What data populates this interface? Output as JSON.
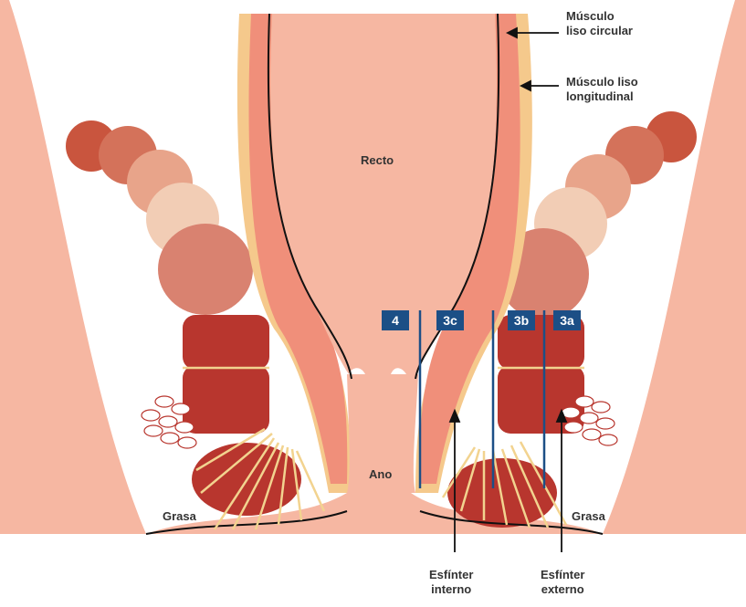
{
  "labels": {
    "circular_muscle": [
      "Músculo",
      "liso circular"
    ],
    "longitudinal_muscle": [
      "Músculo liso",
      "longitudinal"
    ],
    "rectum": "Recto",
    "anus": "Ano",
    "fat_left": "Grasa",
    "fat_right": "Grasa",
    "internal_sphincter": [
      "Esfínter",
      "interno"
    ],
    "external_sphincter": [
      "Esfínter",
      "externo"
    ]
  },
  "tear_grades": [
    "4",
    "3c",
    "3b",
    "3a"
  ],
  "colors": {
    "skin": "#f6b7a2",
    "rectal_wall": "#f08f7a",
    "longitudinal_layer": "#f5c98c",
    "external_sphincter": "#b8362e",
    "puborectalis_light": "#f3c3ad",
    "nerve_lines": "#f2d38f",
    "badge": "#1c4f86",
    "outline": "#111111"
  }
}
